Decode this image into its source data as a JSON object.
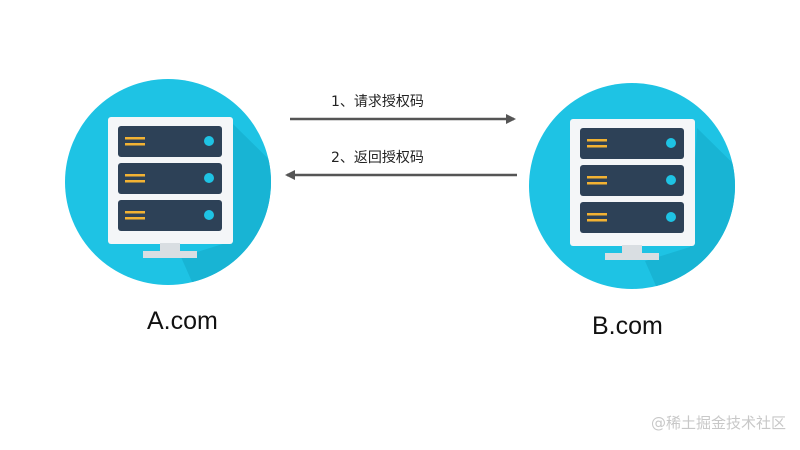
{
  "nodes": [
    {
      "id": "a",
      "label": "A.com",
      "icon": "server-icon"
    },
    {
      "id": "b",
      "label": "B.com",
      "icon": "server-icon"
    }
  ],
  "edges": [
    {
      "id": "1",
      "from": "a",
      "to": "b",
      "label": "1、请求授权码"
    },
    {
      "id": "2",
      "from": "b",
      "to": "a",
      "label": "2、返回授权码"
    }
  ],
  "watermark": "@稀土掘金技术社区",
  "colors": {
    "circle": "#1ec3e4",
    "circle_shadow": "#18b4d4",
    "monitor_frame": "#f4f6f8",
    "monitor_stand": "#d9dee2",
    "rack_unit": "#2d4157",
    "rack_led": "#1ec3e4",
    "rack_lines": "#f2b233",
    "arrow": "#555555"
  }
}
